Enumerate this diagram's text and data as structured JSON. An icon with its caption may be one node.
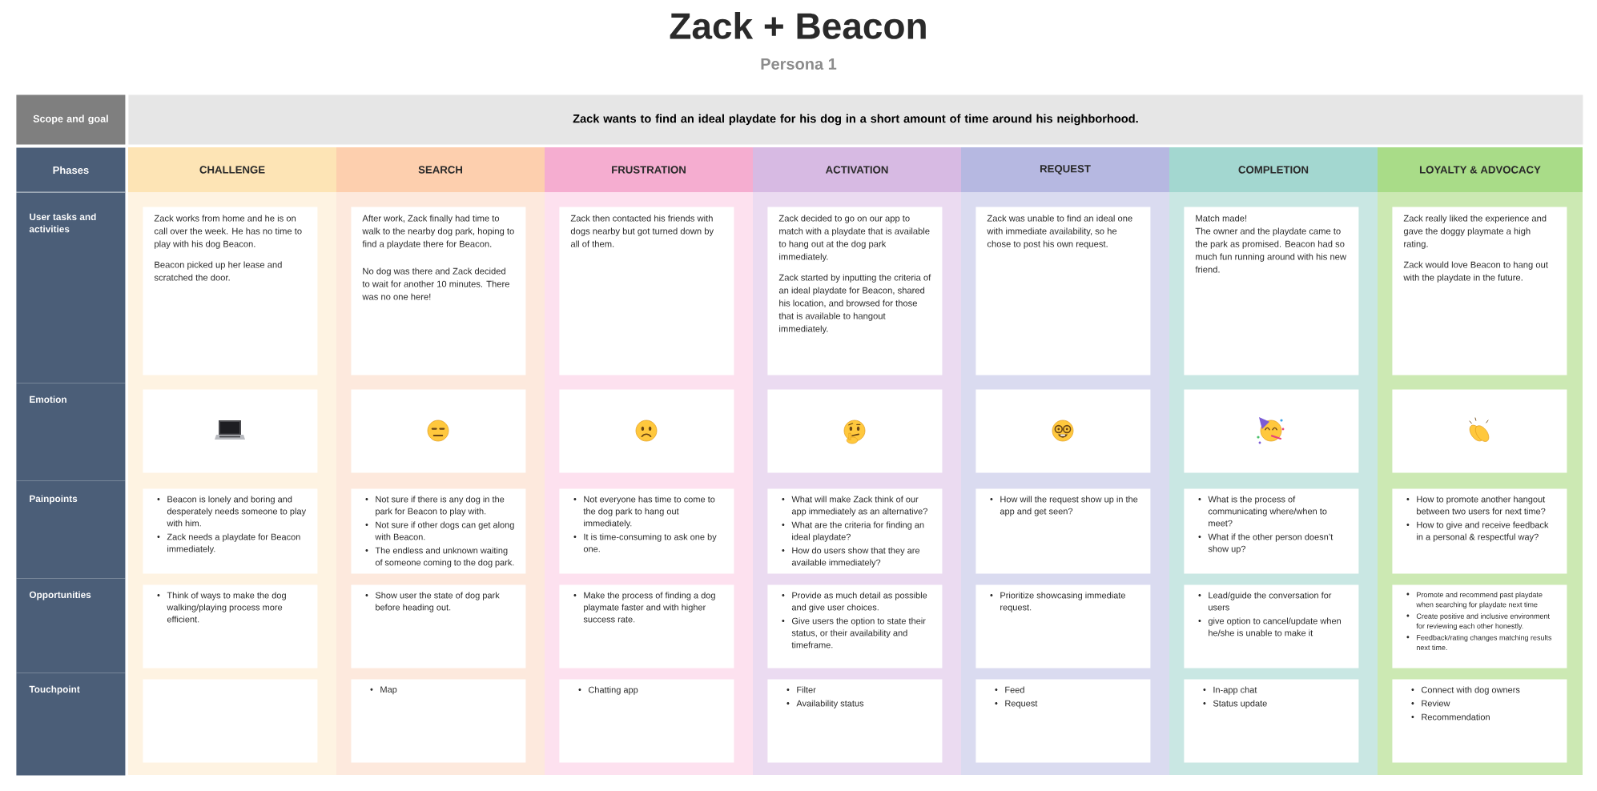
{
  "diagram": {
    "title": "Zack + Beacon",
    "nodes": [
      {
        "text": [
          "Scope and goal"
        ]
      },
      {
        "text": [
          "Zack wants to find an ideal playdate for his dog in a short amount of time around his neighborhood."
        ]
      },
      {
        "text": [
          "Phases"
        ]
      },
      {
        "text": [
          "User tasks and activities"
        ]
      },
      {
        "text": [
          "Emotion"
        ]
      },
      {
        "text": [
          "Painpoints"
        ]
      },
      {
        "text": [
          "Opportunities"
        ]
      },
      {
        "text": [
          "Touchpoint"
        ]
      },
      {
        "text": [
          "CHALLENGE"
        ]
      },
      {
        "text": [
          "Zack works from home and he is on call over the week. He has no time to play with his dog Beacon.",
          "Beacon picked up her lease and scratched the door."
        ],
        "in": 8
      },
      {
        "text": [],
        "shape": "box",
        "in": 8
      },
      {
        "text": [
          "Beacon is lonely and boring and desperately needs someone to play with him.",
          "Zack needs a playdate for Beacon immediately."
        ],
        "in": 8
      },
      {
        "text": [
          "Think of ways to make the dog walking/playing process more efficient."
        ],
        "in": 8
      },
      {
        "text": [],
        "shape": "box",
        "in": 8
      },
      {
        "text": [
          "SEARCH"
        ]
      },
      {
        "text": [
          "After work, Zack finally had time to walk to the nearby dog park, hoping to find a playdate there for Beacon.",
          "No dog was there and Zack decided to wait for another 10 minutes. There was no one here!"
        ],
        "in": 14
      },
      {
        "text": [],
        "shape": "box",
        "in": 14
      },
      {
        "text": [
          "Not sure if there is any dog in the park for Beacon to play with.",
          "Not sure if other dogs can get along with Beacon.",
          "The endless and unknown waiting of someone coming to the dog park."
        ],
        "in": 14
      },
      {
        "text": [
          "Show user the state of dog park before heading out."
        ],
        "in": 14
      },
      {
        "text": [
          "Map"
        ],
        "in": 14
      },
      {
        "text": [
          "FRUSTRATION"
        ]
      },
      {
        "text": [
          "Zack then contacted his friends with dogs nearby but got turned down by all of them."
        ],
        "in": 20
      },
      {
        "text": [],
        "shape": "box",
        "in": 20
      },
      {
        "text": [
          "Not everyone has time to come to the dog park to hang out immediately.",
          "It is time-consuming to ask one by one."
        ],
        "in": 20
      },
      {
        "text": [
          "Make the process of finding a dog playmate faster and with higher success rate."
        ],
        "in": 20
      },
      {
        "text": [
          "Chatting app"
        ],
        "in": 20
      },
      {
        "text": [
          "ACTIVATION"
        ]
      },
      {
        "text": [
          "Zack decided to go on our app to match with a playdate that is available to hang out at the dog park immediately.",
          "Zack started by inputting the criteria of an ideal playdate for Beacon, shared his location, and browsed for those that is available to hangout immediately."
        ],
        "in": 26
      },
      {
        "text": [],
        "shape": "box",
        "in": 26
      },
      {
        "text": [
          "What will make Zack think of our app immediately as an alternative?",
          "What are the criteria for finding an ideal playdate?",
          "How do users show that they are available immediately?"
        ],
        "in": 26
      },
      {
        "text": [
          "Provide as much detail as possible and give user choices.",
          "Give users the option to state their status, or their availability and timeframe."
        ],
        "in": 26
      },
      {
        "text": [
          "Filter",
          "Availability status"
        ],
        "in": 26
      },
      {
        "text": [
          "REQUEST"
        ]
      },
      {
        "text": [
          "Zack was unable to find an ideal one with immediate availability, so he chose to post his own request."
        ],
        "in": 32
      },
      {
        "text": [],
        "shape": "box",
        "in": 32
      },
      {
        "text": [
          "How will the request show up in the app and get seen?"
        ],
        "in": 32
      },
      {
        "text": [
          "Prioritize showcasing immediate request."
        ],
        "in": 32
      },
      {
        "text": [
          "Feed",
          "Request"
        ],
        "in": 32
      },
      {
        "text": [
          "COMPLETION"
        ]
      },
      {
        "text": [
          "Match made!",
          "The owner and the playdate came to the park as promised. Beacon had so much fun running around with his new friend."
        ],
        "in": 38
      },
      {
        "text": [],
        "shape": "box",
        "in": 38
      },
      {
        "text": [
          "What is the process of communicating where/when to meet?",
          "What if the other person doesn’t show up?"
        ],
        "in": 38
      },
      {
        "text": [
          "Lead/guide the conversation for users",
          "give option to cancel/update when he/she is unable to make it"
        ],
        "in": 38
      },
      {
        "text": [
          "In-app chat",
          "Status update"
        ],
        "in": 38
      },
      {
        "text": [
          "LOYALTY & ADVOCACY"
        ]
      },
      {
        "text": [
          "Zack really liked the experience and gave the doggy playmate a high rating.",
          "Zack would love Beacon to hang out with the playdate in the future."
        ],
        "in": 44
      },
      {
        "text": [],
        "shape": "box",
        "in": 44
      },
      {
        "text": [
          "How to promote another hangout between two users for next time?",
          "How to give and receive feedback in a personal & respectful way?"
        ],
        "in": 44
      },
      {
        "text": [
          "Promote and recommend past playdate when searching for playdate next time",
          "Create positive and inclusive environment for reviewing each other honestly.",
          "Feedback/rating changes matching results next time."
        ],
        "in": 44
      },
      {
        "text": [
          "Connect with dog owners",
          "Review",
          "Recommendation"
        ],
        "in": 44
      }
    ],
    "labels": [
      "Persona 1"
    ]
  }
}
